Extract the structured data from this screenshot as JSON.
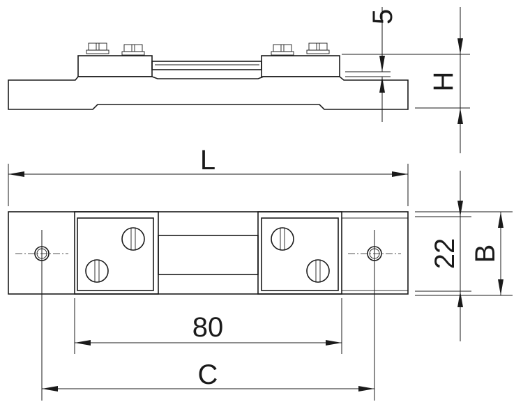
{
  "dimensions": {
    "length": "L",
    "height": "H",
    "thickness": "5",
    "terminal_spacing": "80",
    "hole_spacing": "C",
    "inner_width": "22",
    "width": "B"
  }
}
